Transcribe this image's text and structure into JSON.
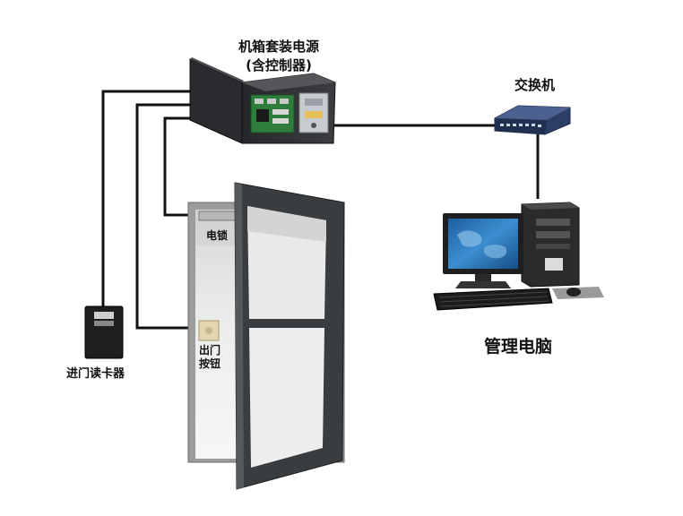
{
  "labels": {
    "control_box_line1": "机箱套装电源",
    "control_box_line2": "(含控制器)",
    "switch": "交换机",
    "management_pc": "管理电脑",
    "card_reader": "进门读卡器",
    "electric_lock": "电锁",
    "exit_button_line1": "出门",
    "exit_button_line2": "按钮"
  },
  "colors": {
    "wire": "#111111",
    "box_body": "#2e2e30",
    "door_frame": "#3a3d40",
    "wall_frame": "#9a9c9e",
    "board_green": "#2f7d3c",
    "monitor_screen": "#2a78b8",
    "switch_body": "#2d3e66"
  }
}
